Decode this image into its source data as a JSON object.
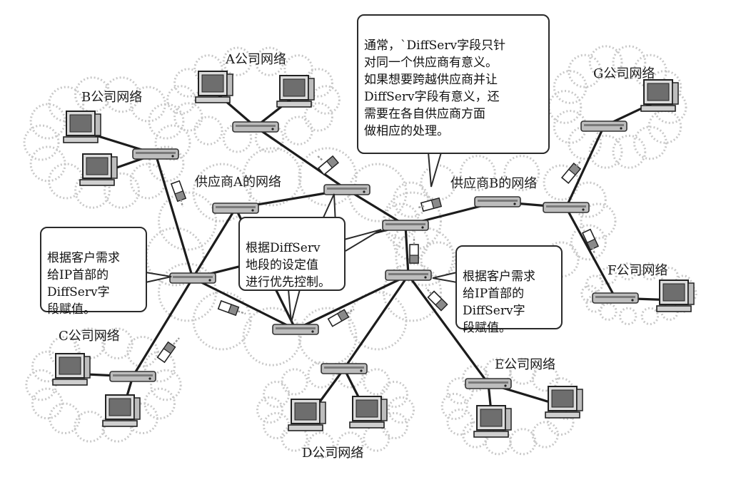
{
  "labels": {
    "company_a": "A公司网络",
    "company_b": "B公司网络",
    "company_c": "C公司网络",
    "company_d": "D公司网络",
    "company_e": "E公司网络",
    "company_f": "F公司网络",
    "company_g": "G公司网络",
    "provider_a": "供应商A的网络",
    "provider_b": "供应商B的网络"
  },
  "notes": {
    "top": "通常，`DiffServ字段只针\n对同一个供应商有意义。\n如果想要跨越供应商并让\nDiffServ字段有意义，还\n需要在各自供应商方面\n做相应的处理。",
    "left": "根据客户需求\n给IP首部的\nDiffServ字\n段赋值。",
    "center": "根据DiffServ\n地段的设定值\n进行优先控制。",
    "right": "根据客户需求\n给IP首部的\nDiffServ字\n段赋值。"
  },
  "colors": {
    "line": "#1c1c1c",
    "cloud": "#c8c8c8",
    "router": "#7a7a7a",
    "computer": "#3a3a3a",
    "arrow": "#9a9a9a"
  },
  "icons": {
    "computer": "desktop-computer-icon",
    "router": "router-icon",
    "packet": "packet-icon",
    "cloud": "network-cloud"
  }
}
